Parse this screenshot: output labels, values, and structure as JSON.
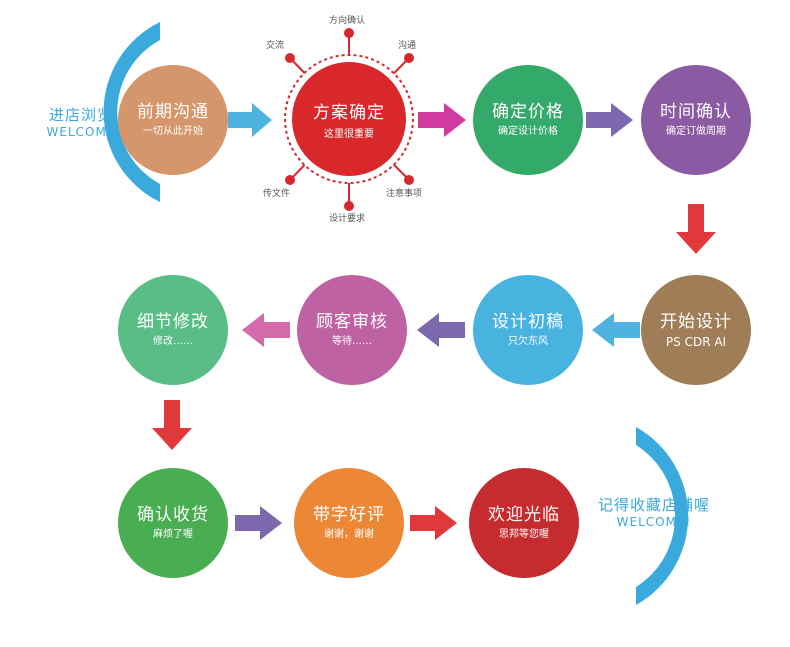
{
  "colors": {
    "welcome_blue": "#3aa9dc",
    "spoke_red": "#d8282b",
    "arrow_blue": "#4fb3e1",
    "arrow_magenta": "#d13a9e",
    "arrow_purple": "#7c69ad",
    "arrow_red": "#e0393c",
    "arrow_pink": "#d46aa9"
  },
  "welcome_left": {
    "line1": "进店浏览",
    "line2": "WELCOME"
  },
  "welcome_right": {
    "line1": "记得收藏店铺喔",
    "line2": "WELCOME!"
  },
  "center": {
    "title": "方案确定",
    "subtitle": "这里很重要",
    "spokes": [
      "方向确认",
      "沟通",
      "注意事项",
      "设计要求",
      "传文件",
      "交流"
    ]
  },
  "nodes": [
    {
      "title": "前期沟通",
      "subtitle": "一切从此开始",
      "color": "#d4966a"
    },
    {
      "title": "确定价格",
      "subtitle": "确定设计价格",
      "color": "#33a96a"
    },
    {
      "title": "时间确认",
      "subtitle": "确定订做周期",
      "color": "#8a5aa3"
    },
    {
      "title": "开始设计",
      "subtitle": "PS CDR AI",
      "color": "#9f7d57"
    },
    {
      "title": "设计初稿",
      "subtitle": "只欠东风",
      "color": "#49b3e0"
    },
    {
      "title": "顾客审核",
      "subtitle": "等待……",
      "color": "#bf62a4"
    },
    {
      "title": "细节修改",
      "subtitle": "修改……",
      "color": "#5bbd86"
    },
    {
      "title": "确认收货",
      "subtitle": "麻烦了喔",
      "color": "#49ad52"
    },
    {
      "title": "带字好评",
      "subtitle": "谢谢，谢谢",
      "color": "#ec8835"
    },
    {
      "title": "欢迎光临",
      "subtitle": "思邦等您喔",
      "color": "#c62b2f"
    }
  ]
}
